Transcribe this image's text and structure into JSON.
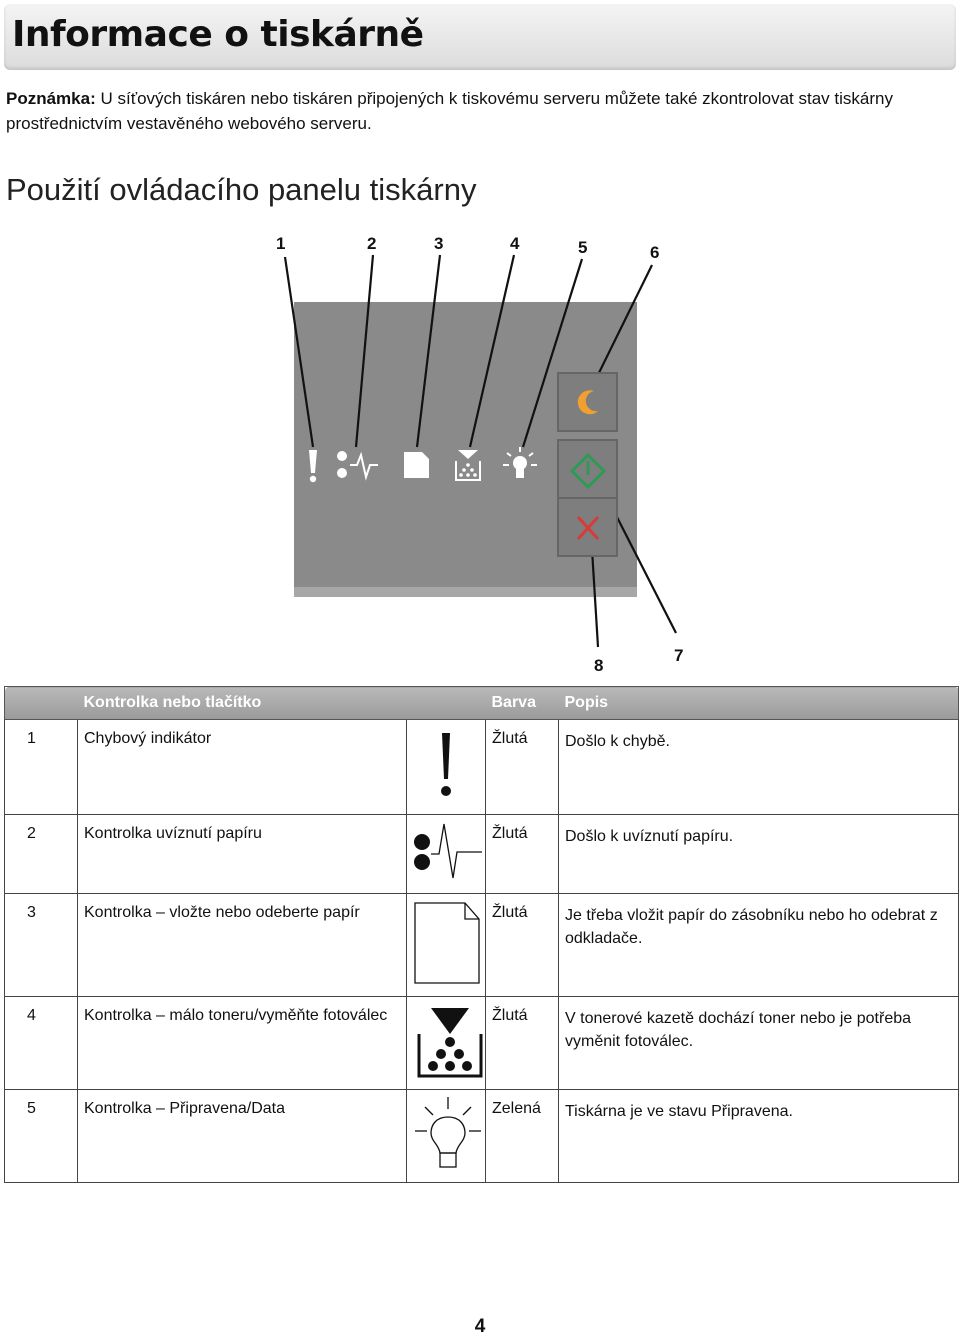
{
  "title": "Informace o tiskárně",
  "note": {
    "label": "Poznámka:",
    "text": "U síťových tiskáren nebo tiskáren připojených k tiskovému serveru můžete také zkontrolovat stav tiskárny prostřednictvím vestavěného webového serveru."
  },
  "section_heading": "Použití ovládacího panelu tiskárny",
  "diagram": {
    "callouts": [
      "1",
      "2",
      "3",
      "4",
      "5",
      "6",
      "7",
      "8"
    ],
    "panel_icons": [
      "error-icon",
      "paper-jam-icon",
      "paper-icon",
      "toner-icon",
      "ready-light-icon",
      "sleep-icon",
      "start-icon",
      "stop-icon"
    ],
    "colors": {
      "panel": "#8a8a8a",
      "sleep": "#f0a030",
      "start": "#2e9a56",
      "stop": "#d63a3a"
    }
  },
  "table": {
    "headers": {
      "item": "Kontrolka nebo tlačítko",
      "color": "Barva",
      "desc": "Popis"
    },
    "rows": [
      {
        "num": "1",
        "label": "Chybový indikátor",
        "icon": "exclamation-icon",
        "color": "Žlutá",
        "desc": "Došlo k chybě."
      },
      {
        "num": "2",
        "label": "Kontrolka uvíznutí papíru",
        "icon": "paper-jam-icon",
        "color": "Žlutá",
        "desc": "Došlo k uvíznutí papíru."
      },
      {
        "num": "3",
        "label": "Kontrolka – vložte nebo odeberte papír",
        "icon": "paper-icon",
        "color": "Žlutá",
        "desc": "Je třeba vložit papír do zásobníku nebo ho odebrat z odkladače."
      },
      {
        "num": "4",
        "label": "Kontrolka – málo toneru/vyměňte fotoválec",
        "icon": "toner-icon",
        "color": "Žlutá",
        "desc": "V tonerové kazetě dochází toner nebo je potřeba vyměnit fotoválec."
      },
      {
        "num": "5",
        "label": "Kontrolka – Připravena/Data",
        "icon": "light-bulb-icon",
        "color": "Zelená",
        "desc": "Tiskárna je ve stavu Připravena."
      }
    ]
  },
  "page_number": "4"
}
